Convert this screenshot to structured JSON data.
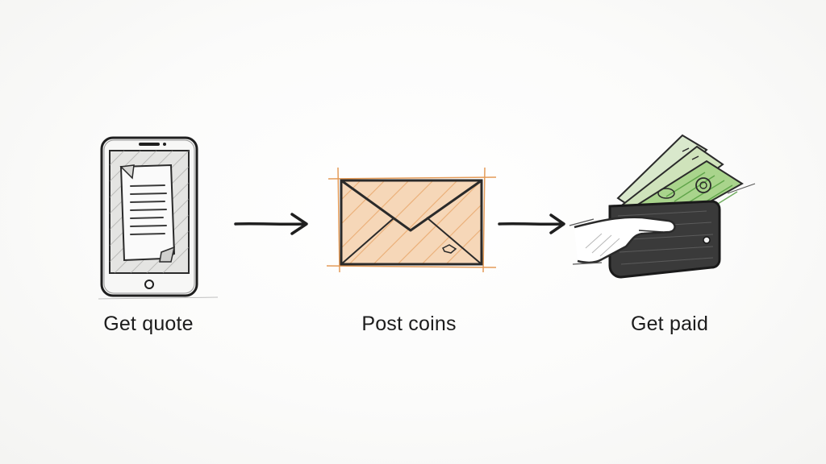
{
  "steps": [
    {
      "label": "Get quote",
      "icon": "tablet-document-icon"
    },
    {
      "label": "Post coins",
      "icon": "envelope-icon"
    },
    {
      "label": "Get paid",
      "icon": "wallet-cash-icon"
    }
  ],
  "connectors": [
    "arrow-right-icon",
    "arrow-right-icon"
  ],
  "colors": {
    "ink": "#1f1f1f",
    "envelope": "#e08a3c",
    "cash": "#4f9a3a"
  }
}
